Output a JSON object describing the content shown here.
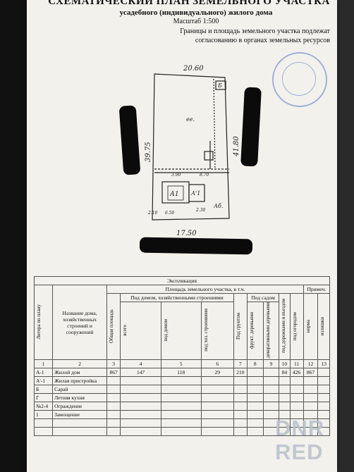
{
  "header": {
    "title": "СХЕМАТИЧЕСКИЙ ПЛАН ЗЕМЕЛЬНОГО УЧАСТКА",
    "subtitle": "усадебного (индивидуального) жилого дома",
    "scale": "Масштаб 1:500",
    "note_line1": "Границы и площадь земельного участка подлежат",
    "note_line2": "согласованию в органах земельных ресурсов"
  },
  "plan": {
    "top_dim": "20.60",
    "left_dim": "39.75",
    "right_dim": "41.80",
    "bottom_dim": "17.50",
    "yard_label": "ее.",
    "house_label": "А1",
    "ext_label": "А'1",
    "shed_label": "Б",
    "fence_label": "Аб.",
    "small_labels": [
      "3.90",
      "8.70",
      "2.10",
      "2.30",
      "6.50"
    ]
  },
  "explication": {
    "caption": "Экспликация",
    "col_letter": "Литера по плану",
    "col_name": "Название дома, хозяйственных строений и сооружений",
    "col_area": "Площадь земельного участка, в т.ч.",
    "col_note": "Примеч.",
    "col_total": "Общая площадь",
    "col_under_buildings": "Под домом, хозяйственными строениями",
    "col_all": "всего",
    "col_house": "под домом",
    "col_sheds": "под хоз. строениями",
    "col_ground": "Под грунтом",
    "col_garden": "Под садом",
    "col_fruit": "фрукт. деревьями",
    "col_decor": "декоративными деревьями",
    "col_paths": "под дорожками и въездом",
    "col_vegetable": "под огородом",
    "col_norm": "норма",
    "col_excess": "излишки",
    "numbers": [
      "1",
      "2",
      "3",
      "4",
      "5",
      "6",
      "7",
      "8",
      "9",
      "10",
      "11",
      "12",
      "13"
    ],
    "rows": [
      {
        "letter": "А-1",
        "name": "Жилой дом",
        "total": "867",
        "all": "147",
        "house": "118",
        "sheds": "29",
        "ground": "210",
        "fruit": "",
        "decor": "",
        "paths": "84",
        "veg": "426",
        "norm": "867",
        "excess": ""
      },
      {
        "letter": "А'-1",
        "name": "Жилая пристройка",
        "total": "",
        "all": "",
        "house": "",
        "sheds": "",
        "ground": "",
        "fruit": "",
        "decor": "",
        "paths": "",
        "veg": "",
        "norm": "",
        "excess": ""
      },
      {
        "letter": "Б",
        "name": "Сарай",
        "total": "",
        "all": "",
        "house": "",
        "sheds": "",
        "ground": "",
        "fruit": "",
        "decor": "",
        "paths": "",
        "veg": "",
        "norm": "",
        "excess": ""
      },
      {
        "letter": "Г",
        "name": "Летняя кухня",
        "total": "",
        "all": "",
        "house": "",
        "sheds": "",
        "ground": "",
        "fruit": "",
        "decor": "",
        "paths": "",
        "veg": "",
        "norm": "",
        "excess": ""
      },
      {
        "letter": "№2-4",
        "name": "Ограждение",
        "total": "",
        "all": "",
        "house": "",
        "sheds": "",
        "ground": "",
        "fruit": "",
        "decor": "",
        "paths": "",
        "veg": "",
        "norm": "",
        "excess": ""
      },
      {
        "letter": "1",
        "name": "Замощение",
        "total": "",
        "all": "",
        "house": "",
        "sheds": "",
        "ground": "",
        "fruit": "",
        "decor": "",
        "paths": "",
        "veg": "",
        "norm": "",
        "excess": ""
      }
    ]
  },
  "watermark": {
    "line1": "DNR",
    "line2": "RED"
  },
  "colors": {
    "paper": "#f3f1ec",
    "stamp": "#8fa7d6",
    "ink": "#111111"
  }
}
